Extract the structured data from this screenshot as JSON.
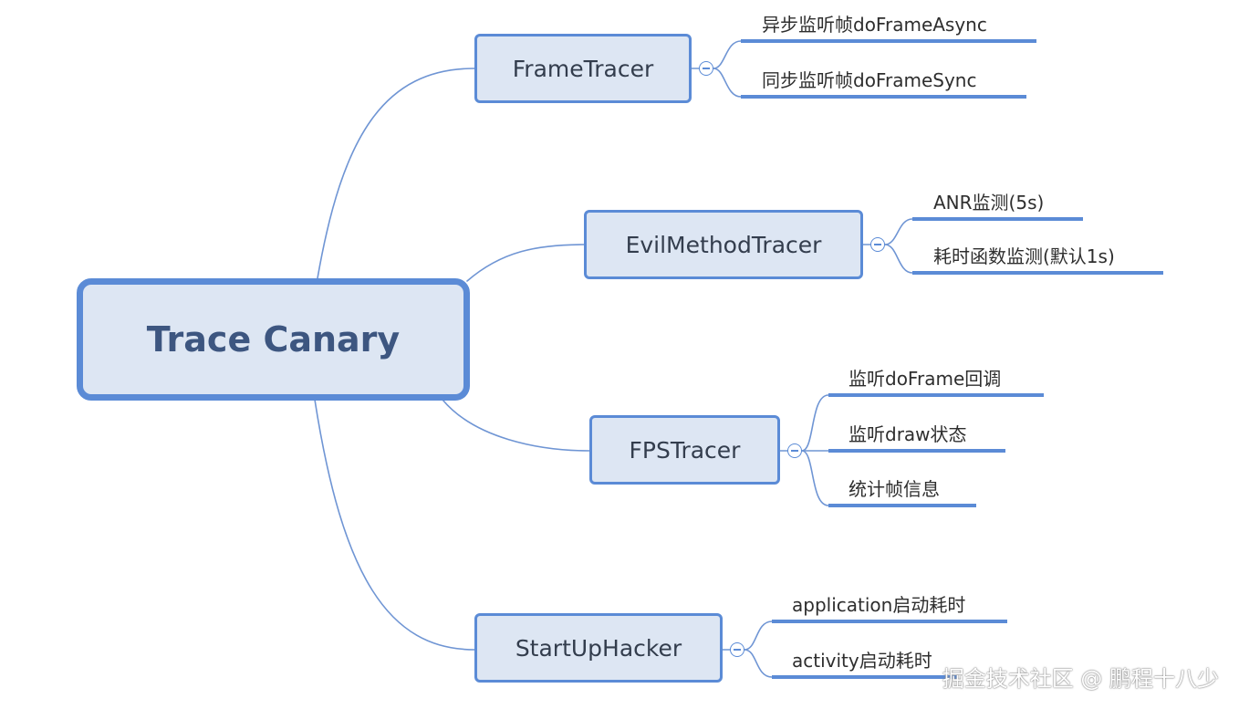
{
  "root": {
    "label": "Trace Canary"
  },
  "branches": [
    {
      "label": "FrameTracer",
      "leaves": [
        "异步监听帧doFrameAsync",
        "同步监听帧doFrameSync"
      ]
    },
    {
      "label": "EvilMethodTracer",
      "leaves": [
        "ANR监测(5s)",
        "耗时函数监测(默认1s)"
      ]
    },
    {
      "label": "FPSTracer",
      "leaves": [
        "监听doFrame回调",
        "监听draw状态",
        "统计帧信息"
      ]
    },
    {
      "label": "StartUpHacker",
      "leaves": [
        "application启动耗时",
        "activity启动耗时"
      ]
    }
  ],
  "watermark": "掘金技术社区 @ 鹏程十八少",
  "colors": {
    "node_fill": "#dde6f3",
    "node_border": "#5b8bd6",
    "connector": "#6f95d4",
    "leaf_underline": "#5b8bd6"
  }
}
